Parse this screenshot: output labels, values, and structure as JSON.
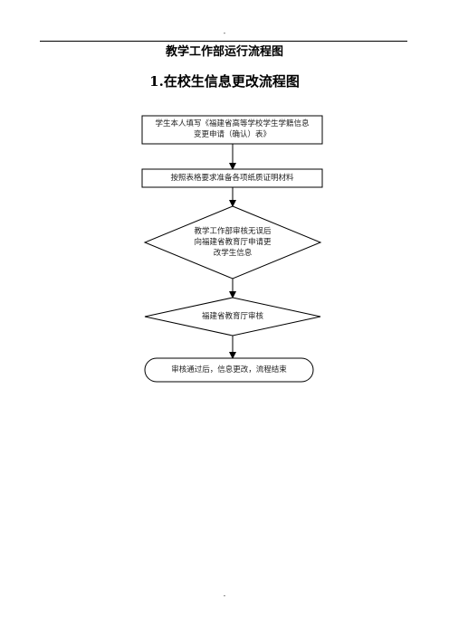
{
  "header": {
    "mark": "-"
  },
  "doc_title": "教学工作部运行流程图",
  "section_title": "1.在校生信息更改流程图",
  "flowchart": {
    "nodes": [
      {
        "id": "step1",
        "shape": "rectangle",
        "lines": [
          "学生本人填写《福建省高等学校学生学籍信息",
          "变更申请（确认）表》"
        ]
      },
      {
        "id": "step2",
        "shape": "rectangle",
        "lines": [
          "按照表格要求准备各项纸质证明材料"
        ]
      },
      {
        "id": "step3",
        "shape": "diamond",
        "lines": [
          "教学工作部审核无误后",
          "向福建省教育厅申请更",
          "改学生信息"
        ]
      },
      {
        "id": "step4",
        "shape": "diamond",
        "lines": [
          "福建省教育厅审核"
        ]
      },
      {
        "id": "step5",
        "shape": "terminator",
        "lines": [
          "审核通过后，信息更改，流程结束"
        ]
      }
    ],
    "edges": [
      {
        "from": "step1",
        "to": "step2"
      },
      {
        "from": "step2",
        "to": "step3"
      },
      {
        "from": "step3",
        "to": "step4"
      },
      {
        "from": "step4",
        "to": "step5"
      }
    ]
  },
  "footer": {
    "mark": "-"
  }
}
